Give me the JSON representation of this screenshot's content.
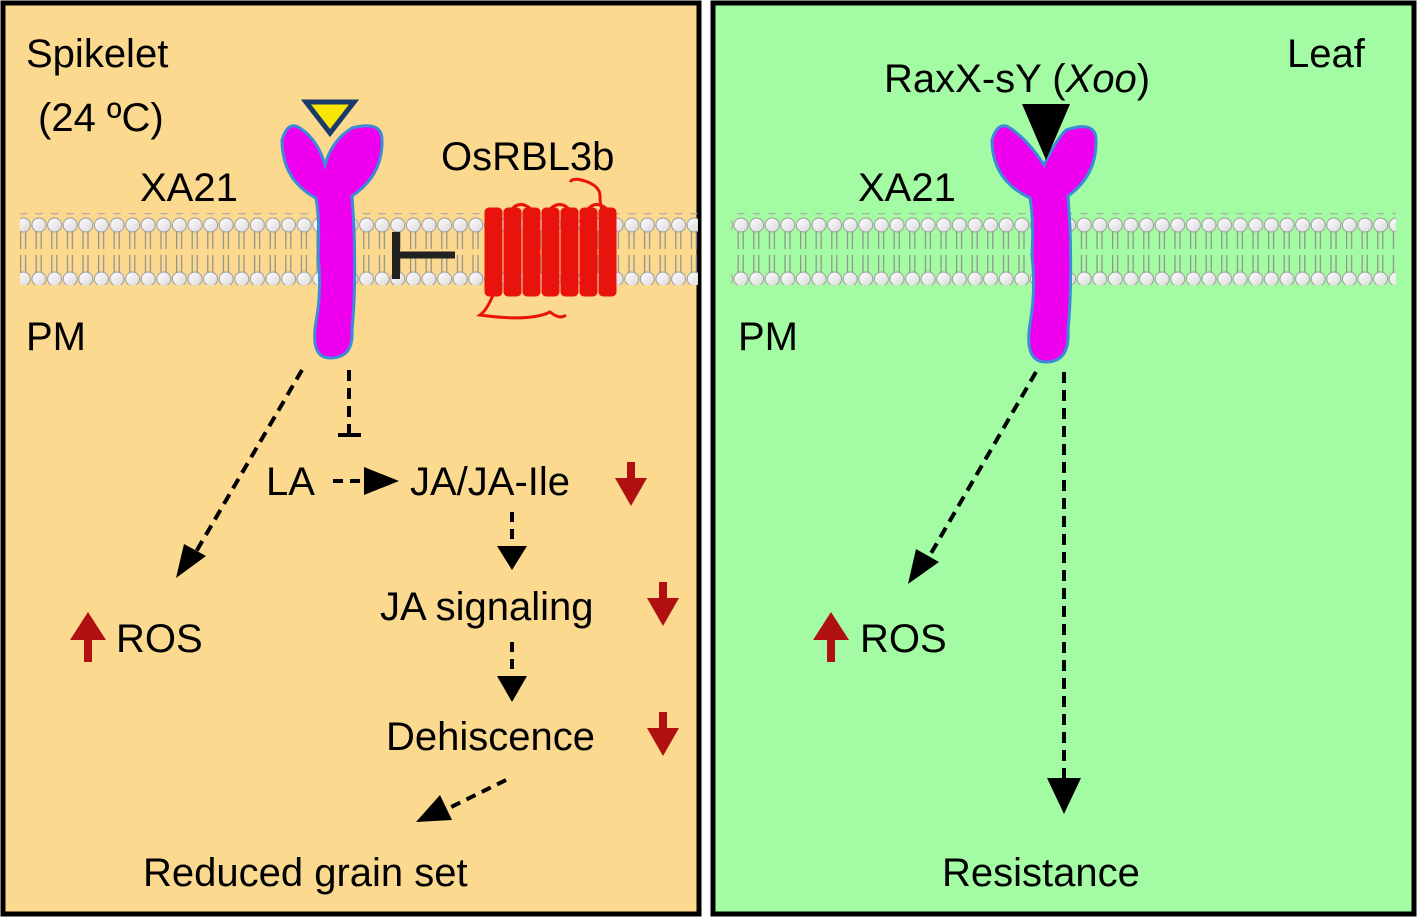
{
  "left_panel": {
    "bg_color": "#fbd98f",
    "title_line1": "Spikelet",
    "title_line2": "(24 ºC)",
    "receptor_label": "XA21",
    "inhibitor_label": "OsRBL3b",
    "membrane_label": "PM",
    "la_label": "LA",
    "ja_label": "JA/JA-Ile",
    "ja_signaling_label": "JA signaling",
    "dehiscence_label": "Dehiscence",
    "ros_label": "ROS",
    "outcome_label": "Reduced grain set"
  },
  "right_panel": {
    "bg_color": "#a3fca3",
    "title": "Leaf",
    "ligand_prefix": "RaxX-sY (",
    "ligand_species": "Xoo",
    "ligand_suffix": ")",
    "receptor_label": "XA21",
    "membrane_label": "PM",
    "ros_label": "ROS",
    "outcome_label": "Resistance"
  },
  "colors": {
    "receptor": "#ee00ee",
    "receptor_outline": "#3a8bd8",
    "inhibitor": "#e8130c",
    "arrow_up_down": "#b01010",
    "ligand_left_fill": "#f7e700",
    "ligand_left_stroke": "#1a3a6a"
  }
}
